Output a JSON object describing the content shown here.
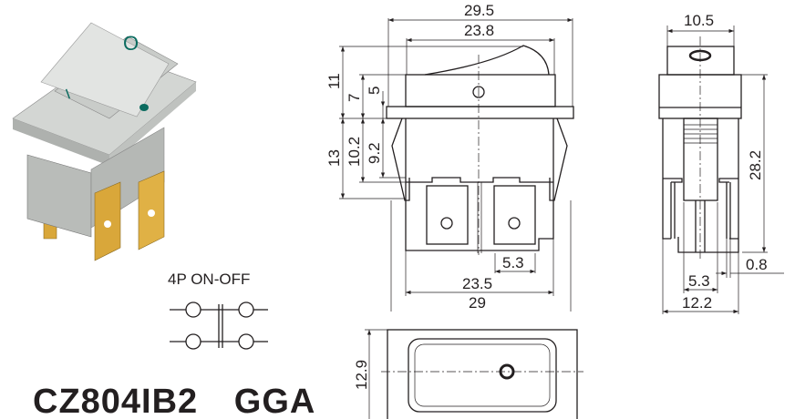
{
  "product": {
    "model": "CZ804IB2",
    "variant": "GGA"
  },
  "schematic": {
    "label": "4P  ON-OFF"
  },
  "switch_symbols": {
    "on": "O",
    "off": "I"
  },
  "front_view": {
    "dims": {
      "overall_width": "29.5",
      "rocker_width": "23.8",
      "height_top": "11",
      "body_top": "7",
      "flange_top": "5",
      "height_bottom": "13",
      "terminal_depth": "10.2",
      "clip_depth": "9.2",
      "terminal_pitch": "5.3",
      "body_width": "23.5",
      "clip_width": "29"
    }
  },
  "side_view": {
    "dims": {
      "cap_width": "10.5",
      "total_height": "28.2",
      "terminal_thickness": "0.8",
      "terminal_pitch": "5.3",
      "body_depth": "12.2"
    }
  },
  "bottom_view": {
    "dims": {
      "height": "12.9"
    }
  },
  "colors": {
    "line": "#231f20",
    "housing": "#c9ccc9",
    "terminal": "#d9a73a"
  }
}
